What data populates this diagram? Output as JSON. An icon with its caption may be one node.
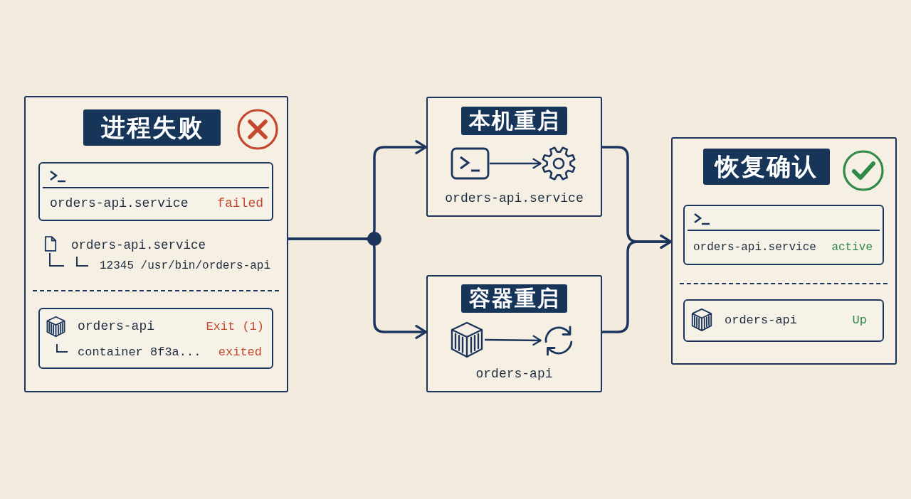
{
  "diagram": {
    "nodes": [
      {
        "text": [
          "进程失败",
          "orders-api.service",
          "12345 /usr/bin/orders-api"
        ]
      },
      {
        "text": [
          "orders-api.service",
          "failed"
        ],
        "in": 0
      },
      {
        "text": [
          "orders-api",
          "Exit (1)",
          "container 8f3a...",
          "exited"
        ],
        "in": 0
      },
      {
        "text": [
          "本机重启",
          "orders-api.service"
        ]
      },
      {
        "text": [],
        "shape": "picture",
        "in": 3
      },
      {
        "text": [],
        "shape": "picture",
        "in": 3
      },
      {
        "text": [
          "容器重启",
          "orders-api"
        ]
      },
      {
        "text": [],
        "shape": "picture",
        "in": 6
      },
      {
        "text": [],
        "shape": "picture",
        "in": 6
      },
      {
        "text": [
          "恢复确认"
        ]
      },
      {
        "text": [
          "orders-api.service",
          "active"
        ],
        "in": 9
      },
      {
        "text": [
          "orders-api",
          "Up"
        ],
        "in": 9
      }
    ],
    "edges": [
      {
        "from": 0,
        "to": 3,
        "arrow": "to"
      },
      {
        "from": 0,
        "to": 6,
        "arrow": "to"
      },
      {
        "from": 4,
        "to": 5,
        "arrow": "to"
      },
      {
        "from": 7,
        "to": 8,
        "arrow": "to"
      },
      {
        "from": 3,
        "to": 9,
        "arrow": "to"
      },
      {
        "from": 6,
        "to": 9,
        "arrow": "to"
      }
    ]
  }
}
